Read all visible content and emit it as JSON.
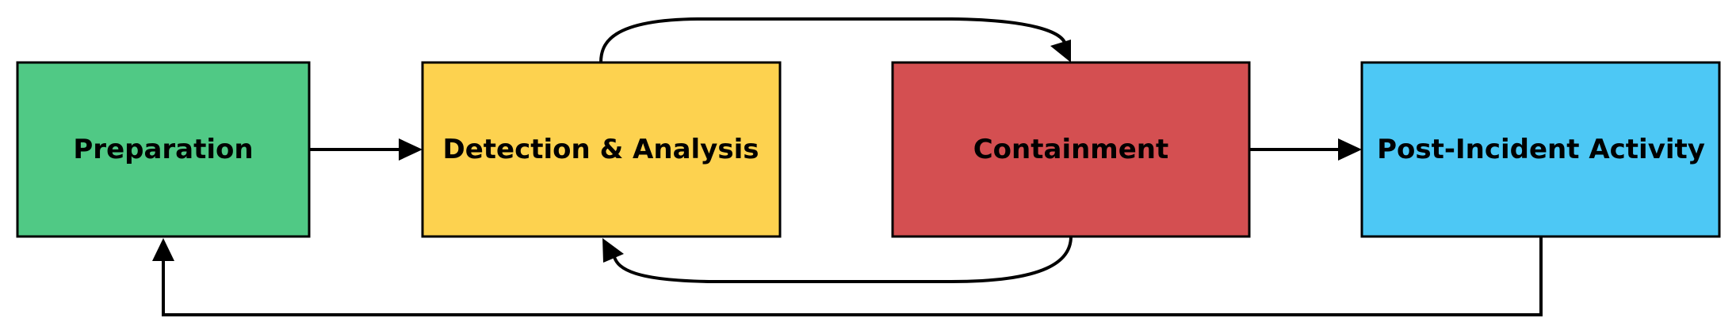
{
  "diagram": {
    "nodes": [
      {
        "id": "preparation",
        "label": "Preparation",
        "color": "#50C985"
      },
      {
        "id": "detection",
        "label": "Detection & Analysis",
        "color": "#FDD24F"
      },
      {
        "id": "containment",
        "label": "Containment",
        "color": "#D44F51"
      },
      {
        "id": "post_incident",
        "label": "Post-Incident Activity",
        "color": "#4DC8F5"
      }
    ],
    "edges": [
      {
        "from": "preparation",
        "to": "detection"
      },
      {
        "from": "detection",
        "to": "containment"
      },
      {
        "from": "containment",
        "to": "detection"
      },
      {
        "from": "containment",
        "to": "post_incident"
      },
      {
        "from": "post_incident",
        "to": "preparation"
      }
    ]
  }
}
